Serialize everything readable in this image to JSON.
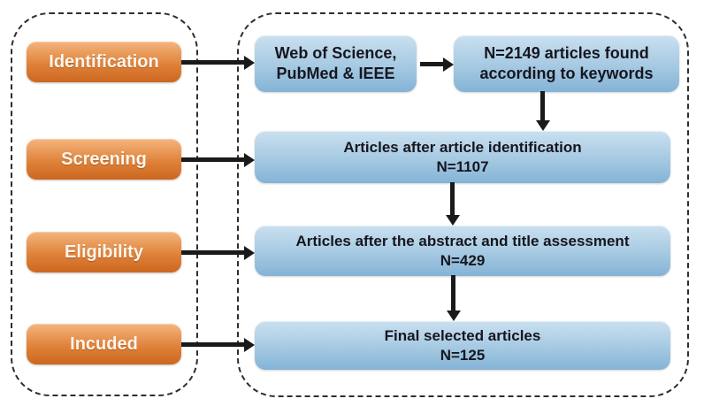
{
  "colors": {
    "background": "#FFFFFF",
    "dash": "#2E2E2E",
    "arrow": "#1A1A1A",
    "stage_top": "#F4B57E",
    "stage_mid": "#E0823A",
    "stage_bottom": "#CC671E",
    "stage_text": "#FCF5EC",
    "box_top": "#CAE0F0",
    "box_mid": "#A5C9E2",
    "box_bottom": "#84B3D6",
    "box_text": "#16161E"
  },
  "stages": [
    {
      "label": "Identification"
    },
    {
      "label": "Screening"
    },
    {
      "label": "Eligibility"
    },
    {
      "label": "Incuded"
    }
  ],
  "flow_boxes": {
    "sources": {
      "line1": "Web of Science,",
      "line2": "PubMed & IEEE"
    },
    "found": {
      "line1": "N=2149 articles found",
      "line2": "according to keywords"
    },
    "after_identification": {
      "line1": "Articles after article identification",
      "line2": "N=1107"
    },
    "after_assessment": {
      "line1": "Articles after the abstract and title assessment",
      "line2": "N=429"
    },
    "final": {
      "line1": "Final selected articles",
      "line2": "N=125"
    }
  }
}
